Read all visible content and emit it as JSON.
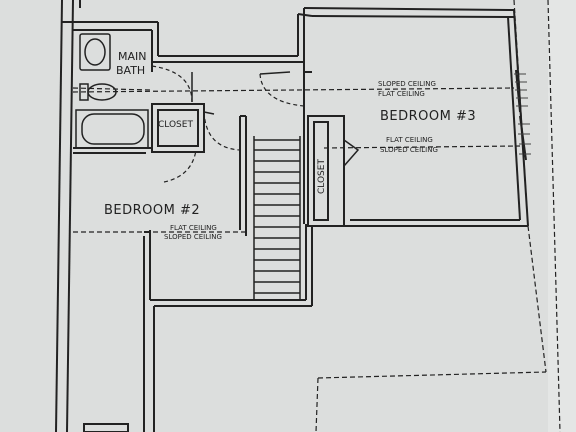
{
  "labels": {
    "main_bath_line1": "MAIN",
    "main_bath_line2": "BATH",
    "closet_bath": "CLOSET",
    "closet_vertical": "CLOSET",
    "bedroom2": "BEDROOM #2",
    "bedroom3": "BEDROOM #3",
    "ceiling_top_sloped": "SLOPED CEILING",
    "ceiling_top_flat": "FLAT CEILING",
    "ceiling_mid_flat": "FLAT CEILING",
    "ceiling_mid_sloped": "SLOPED CEILING",
    "ceiling_b2_flat": "FLAT CEILING",
    "ceiling_b2_sloped": "SLOPED CEILING"
  },
  "colors": {
    "paper": "#dcdedd",
    "ink": "#222222"
  }
}
